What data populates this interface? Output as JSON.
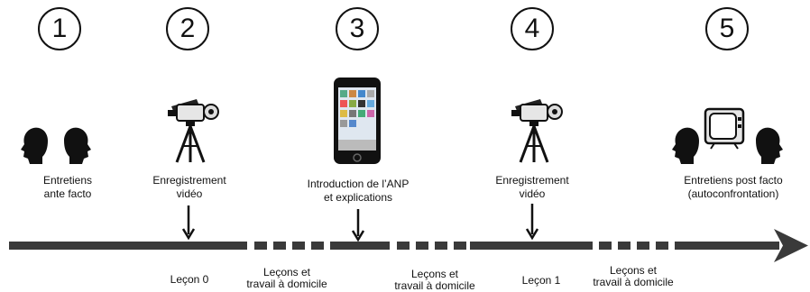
{
  "steps": [
    {
      "number": "1",
      "label": "Entretiens\nante facto",
      "icon": "two-heads-icon"
    },
    {
      "number": "2",
      "label": "Enregistrement\nvidéo",
      "icon": "video-camera-icon"
    },
    {
      "number": "3",
      "label": "Introduction de l’ANP\net explications",
      "icon": "smartphone-icon"
    },
    {
      "number": "4",
      "label": "Enregistrement\nvidéo",
      "icon": "video-camera-icon"
    },
    {
      "number": "5",
      "label": "Entretiens post facto\n(autoconfrontation)",
      "icon": "heads-with-monitor-icon"
    }
  ],
  "timeline": {
    "lessons": [
      "Leçon 0",
      "Leçons et\ntravail à domicile",
      "Leçons et\ntravail à domicile",
      "Leçon 1",
      "Leçons et\ntravail à domicile"
    ]
  },
  "colors": {
    "line": "#3a3a3a",
    "ink": "#111111"
  }
}
